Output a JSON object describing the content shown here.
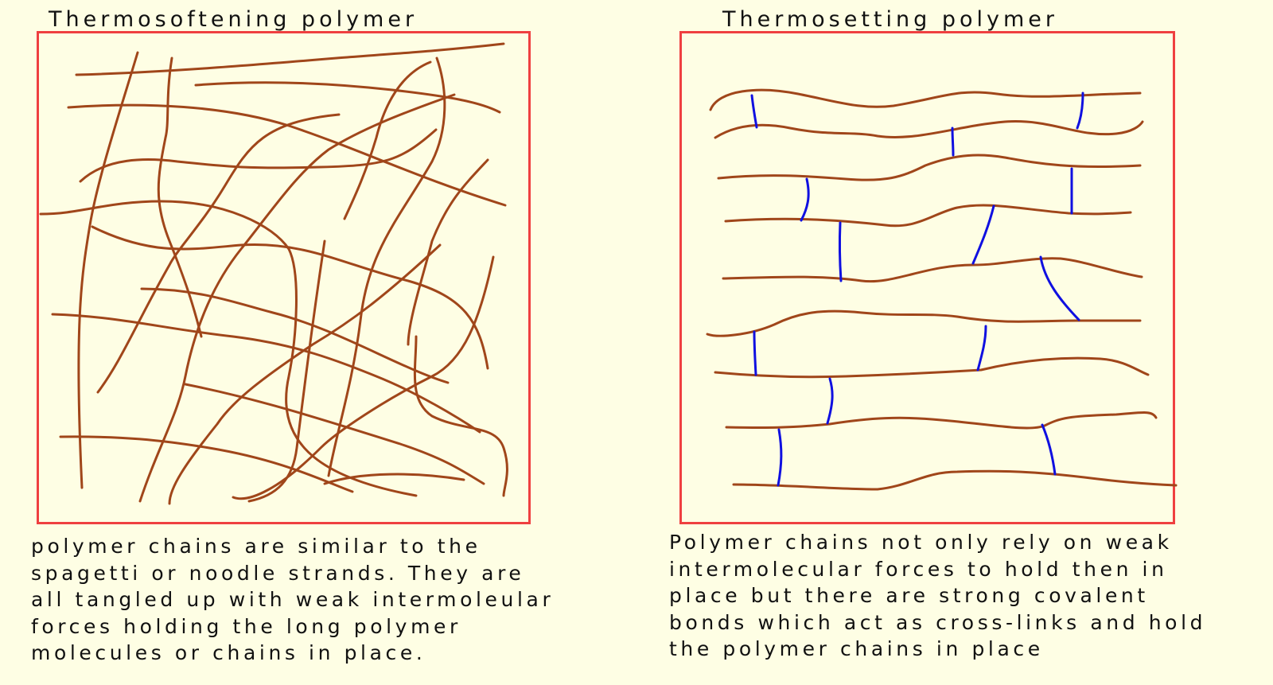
{
  "colors": {
    "background": "#fefee4",
    "border": "#ef4040",
    "chain": "#a0461a",
    "crosslink": "#1010e0",
    "text": "#111111"
  },
  "left_panel": {
    "title": "Thermosoftening polymer",
    "caption_lines": [
      "polymer chains are similar to the",
      "spagetti or noodle strands.  They are",
      "all tangled up with weak intermoleular",
      "forces holding the long polymer",
      "molecules or chains in place."
    ]
  },
  "right_panel": {
    "title": "Thermosetting polymer",
    "caption_lines": [
      "Polymer chains not only rely on weak",
      "intermolecular forces to hold then in",
      "place but there are strong covalent",
      "bonds which act as cross-links and hold",
      "the polymer chains in place"
    ]
  },
  "diagram": {
    "left_chains": [
      "M 93 91 C 200 88 300 80 420 70 C 500 64 560 60 630 52",
      "M 243 104 C 320 98 400 100 490 110 C 560 118 600 125 625 138",
      "M 83 132 C 180 125 280 130 360 155 C 450 185 520 220 632 255",
      "M 170 63 C 150 130 120 220 110 280 C 100 340 90 400 100 610",
      "M 213 70 C 205 120 210 150 205 170 C 195 220 190 250 210 300 C 230 350 240 380 250 420",
      "M 98 225 C 130 195 180 195 220 200 C 270 205 300 210 400 207 C 480 205 500 200 545 160",
      "M 48 266 C 100 266 130 250 200 250 C 280 250 340 280 360 310 C 375 340 370 420 360 470 C 340 560 410 600 520 620",
      "M 113 282 C 190 320 240 310 300 305 C 380 300 430 330 510 350 C 580 370 600 400 610 460",
      "M 423 141 C 330 150 310 180 280 230 C 250 280 220 310 210 330 C 170 400 150 450 120 490",
      "M 568 116 C 500 140 450 160 410 185 C 370 215 340 260 300 310 C 260 360 240 420 230 470 C 220 520 195 560 173 627",
      "M 546 70 C 560 110 560 160 540 200 C 500 270 460 310 450 400 C 440 480 420 540 410 595",
      "M 538 75 C 500 90 480 130 470 170 C 455 220 440 250 430 272",
      "M 610 198 C 580 230 560 250 540 300 C 530 340 510 400 510 430",
      "M 175 360 C 250 360 300 380 340 390 C 420 410 500 460 560 478",
      "M 63 392 C 150 395 200 410 290 420 C 370 430 420 450 470 470 C 520 490 570 520 600 540",
      "M 617 320 C 600 400 580 450 540 470 C 480 500 420 540 400 560 C 350 610 310 630 290 622",
      "M 550 305 C 480 370 440 400 390 430 C 330 470 290 500 270 530 C 230 580 210 610 210 630",
      "M 73 546 C 150 545 200 550 260 560 C 350 575 400 600 440 615",
      "M 405 300 C 390 400 380 480 370 560 C 365 600 345 620 310 627",
      "M 520 420 C 520 460 510 500 540 520 C 580 540 620 530 630 560 C 640 590 630 610 630 620",
      "M 230 480 C 330 500 420 530 500 555 C 560 575 580 590 605 605",
      "M 405 605 C 450 590 520 590 580 600"
    ],
    "right_chains": [
      "M 890 135 C 900 110 950 105 1000 115 C 1050 125 1080 135 1120 130 C 1180 120 1200 108 1250 115 C 1300 122 1350 116 1430 114",
      "M 896 170 C 920 155 950 150 990 158 C 1040 168 1070 162 1100 168 C 1150 175 1200 155 1260 150 C 1320 146 1350 170 1400 165 C 1420 163 1430 155 1433 150",
      "M 900 221 C 960 215 1010 218 1060 222 C 1110 226 1130 220 1160 205 C 1200 190 1230 190 1260 195 C 1300 202 1340 210 1430 205",
      "M 909 275 C 980 270 1040 272 1110 280 C 1150 285 1170 265 1200 258 C 1240 250 1280 260 1340 265 C 1380 267 1400 265 1418 264",
      "M 906 347 C 980 345 1030 343 1080 350 C 1120 355 1160 330 1220 330 C 1260 330 1290 320 1330 322 C 1360 325 1400 340 1432 345",
      "M 886 417 C 900 422 940 418 970 405 C 1000 390 1030 385 1080 390 C 1130 395 1160 390 1200 395 C 1260 405 1300 400 1350 400 C 1380 400 1410 400 1430 400",
      "M 896 465 C 950 470 1000 472 1060 470 C 1120 468 1180 465 1230 462 C 1280 450 1330 445 1380 448 C 1410 450 1425 462 1440 468",
      "M 910 534 C 960 535 990 535 1040 530 C 1090 522 1130 520 1180 525 C 1240 530 1290 540 1310 532 C 1330 522 1340 520 1400 518 C 1430 516 1445 512 1450 522",
      "M 919 606 C 980 606 1050 612 1100 612 C 1140 608 1160 590 1200 590 C 1260 588 1300 590 1360 597 C 1400 602 1430 605 1475 607"
    ],
    "right_crosslinks": [
      "M 942 117 C 944 135 946 145 948 157",
      "M 1358 114 C 1358 130 1356 145 1351 158",
      "M 1194 158 C 1194 170 1195 180 1195 192",
      "M 1011 222 C 1015 240 1014 255 1004 274",
      "M 1344 209 C 1344 230 1344 250 1344 265",
      "M 1053 277 C 1052 300 1052 320 1054 350",
      "M 1246 256 C 1240 280 1232 300 1220 328",
      "M 1305 320 C 1310 350 1330 375 1353 399",
      "M 945 414 C 945 430 946 450 947 468",
      "M 1236 407 C 1236 425 1232 440 1226 462",
      "M 1040 473 C 1045 490 1044 505 1037 529",
      "M 1307 531 C 1315 550 1320 570 1323 593",
      "M 976 537 C 980 560 980 580 975 607"
    ]
  }
}
